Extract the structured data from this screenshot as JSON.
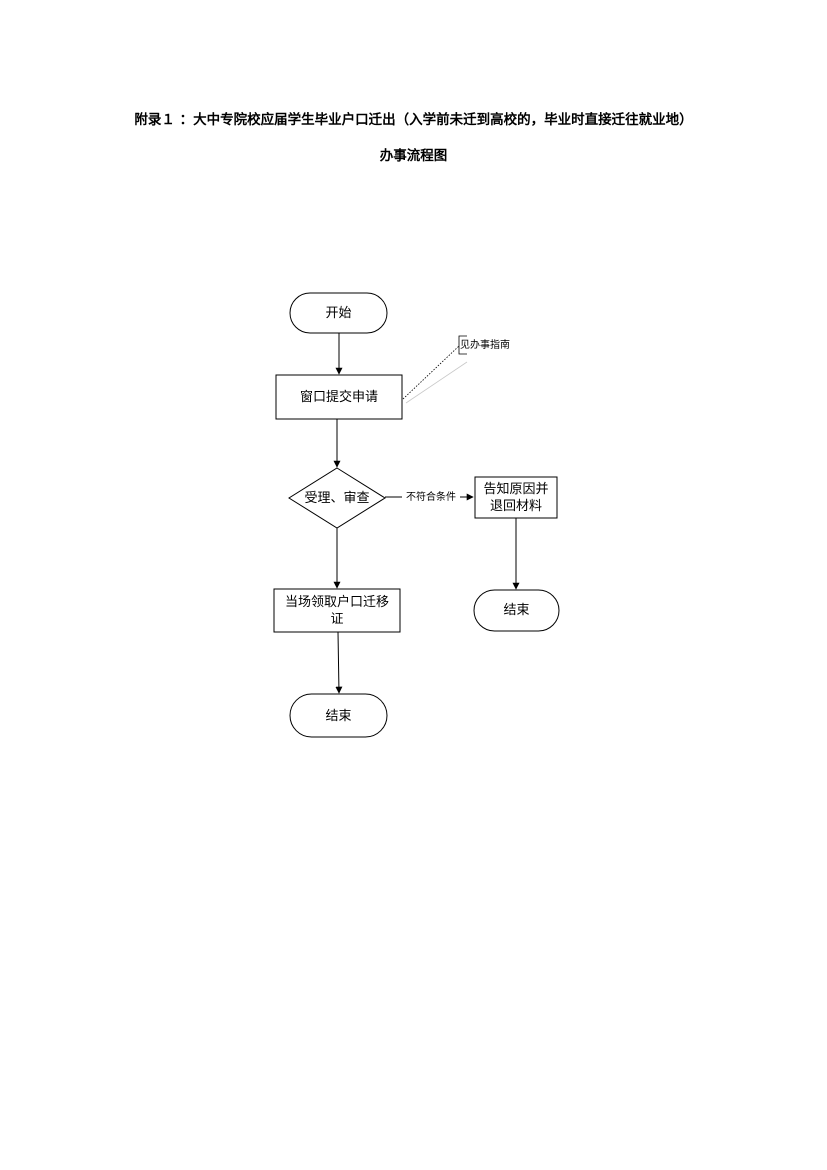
{
  "header": {
    "title_line1": "附录１ ：大中专院校应届学生毕业户口迁出（入学前未迁到高校的，毕业时直接迁往就业地）",
    "title_line2": "办事流程图"
  },
  "flowchart": {
    "start": "开始",
    "submit": "窗口提交申请",
    "note": "见办事指南",
    "review": "受理、审查",
    "reject_condition": "不符合条件",
    "reject_line1": "告知原因并",
    "reject_line2": "退回材料",
    "end_reject": "结束",
    "issue_line1": "当场领取户口迁移",
    "issue_line2": "证",
    "end_main": "结束"
  }
}
